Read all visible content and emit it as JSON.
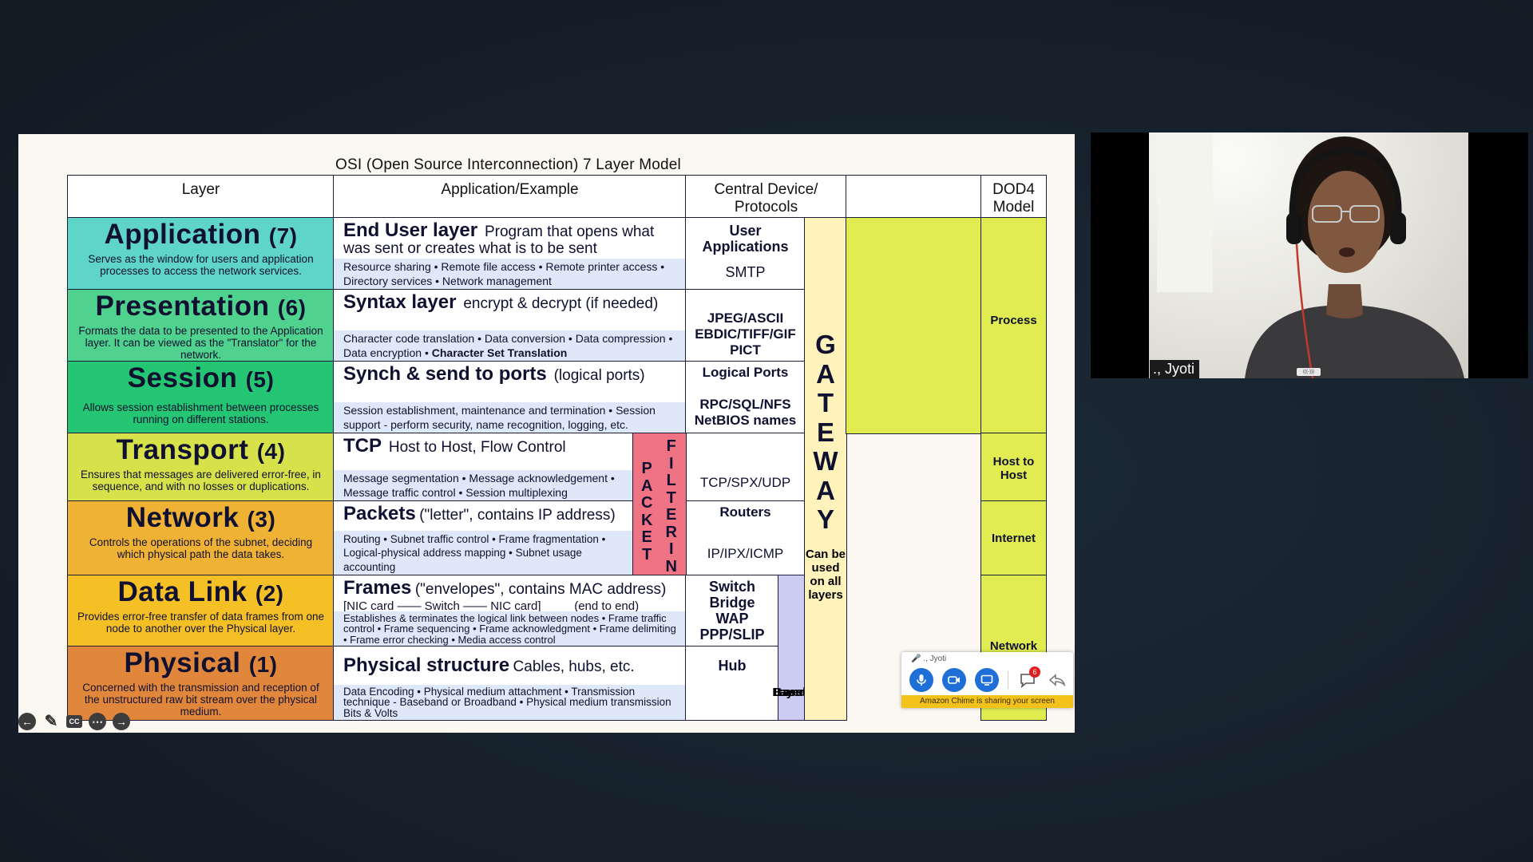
{
  "slide": {
    "title": "OSI (Open Source Interconnection) 7 Layer Model",
    "headers": {
      "layer": "Layer",
      "application": "Application/Example",
      "device_line1": "Central Device/",
      "device_line2": "Protocols",
      "dod_line1": "DOD4",
      "dod_line2": "Model"
    },
    "layers": [
      {
        "name": "Application",
        "number": "(7)",
        "color": "#5fd4c8",
        "desc": "Serves as the window for users and application processes to access the network services.",
        "title": "End User layer",
        "title_sub": "Program that opens what was sent or creates what is to be sent",
        "detail": "Resource sharing • Remote file access • Remote printer access • Directory services • Network management"
      },
      {
        "name": "Presentation",
        "number": "(6)",
        "color": "#50d28f",
        "desc": "Formats the data to be presented to the Application layer. It can be viewed as the \"Translator\" for the network.",
        "title": "Syntax layer",
        "title_sub": "encrypt & decrypt (if needed)",
        "detail_pre": "Character code translation • Data conversion • Data compression • Data encryption • ",
        "detail_bold": "Character Set Translation"
      },
      {
        "name": "Session",
        "number": "(5)",
        "color": "#24c673",
        "desc": "Allows session establishment between processes running on different stations.",
        "title": "Synch & send to ports",
        "title_sub": "(logical ports)",
        "detail": "Session establishment, maintenance and termination • Session support - perform security, name recognition, logging, etc."
      },
      {
        "name": "Transport",
        "number": "(4)",
        "color": "#d7e24a",
        "desc": "Ensures that messages are delivered error-free, in sequence, and with no losses or duplications.",
        "title": "TCP",
        "title_sub": "Host to Host, Flow Control",
        "detail": "Message segmentation • Message acknowledgement • Message traffic control • Session multiplexing"
      },
      {
        "name": "Network",
        "number": "(3)",
        "color": "#f0b234",
        "desc": "Controls the operations of the subnet, deciding which physical path the data takes.",
        "title": "Packets",
        "title_sub": "(\"letter\", contains IP address)",
        "detail": "Routing • Subnet traffic control • Frame fragmentation • Logical-physical address mapping • Subnet usage accounting"
      },
      {
        "name": "Data Link",
        "number": "(2)",
        "color": "#f5c026",
        "desc": "Provides error-free transfer of data frames from one node to another over the Physical layer.",
        "title": "Frames",
        "title_sub": "(\"envelopes\", contains MAC address)",
        "title_line2": "[NIC card —— Switch —— NIC card]          (end to end)",
        "detail": "Establishes & terminates the logical link between nodes • Frame traffic control • Frame sequencing • Frame acknowledgment • Frame delimiting • Frame error checking • Media access control"
      },
      {
        "name": "Physical",
        "number": "(1)",
        "color": "#e1873c",
        "desc": "Concerned with the transmission and reception of the unstructured raw bit stream over the physical medium.",
        "title": "Physical structure",
        "title_sub": "Cables, hubs, etc.",
        "detail": "Data Encoding • Physical medium attachment • Transmission technique - Baseband or Broadband • Physical medium transmission Bits & Volts"
      }
    ],
    "devices": {
      "app_1": "User",
      "app_2": "Applications",
      "app_3": "SMTP",
      "pres_1": "JPEG/ASCII",
      "pres_2": "EBDIC/TIFF/GIF",
      "pres_3": "PICT",
      "sess_1": "Logical Ports",
      "sess_2": "RPC/SQL/NFS",
      "sess_3": "NetBIOS names",
      "trans_1": "TCP/SPX/UDP",
      "net_1": "Routers",
      "net_2": "IP/IPX/ICMP",
      "dl_1": "Switch",
      "dl_2": "Bridge",
      "dl_3": "WAP",
      "dl_4": "PPP/SLIP",
      "phys_1": "Hub"
    },
    "packet_filtering": {
      "packet": "PACKET",
      "filtering": "FILTERING",
      "color": "#f07383"
    },
    "land_based": {
      "line1": "Land",
      "line2": "Based",
      "line3": "Layers"
    },
    "gateway": {
      "word": "GATEWAY",
      "note_1": "Can be",
      "note_2": "used",
      "note_3": "on all",
      "note_4": "layers",
      "color": "#fff2bb"
    },
    "dod": {
      "process": "Process",
      "host_1": "Host to",
      "host_2": "Host",
      "internet": "Internet",
      "network": "Network",
      "color": "#e0ec50"
    }
  },
  "slide_controls": {
    "prev_icon": "arrow-left-icon",
    "pen_icon": "pen-icon",
    "cc_label": "CC",
    "more_icon": "ellipsis-icon",
    "next_icon": "arrow-right-icon"
  },
  "video": {
    "participant_name": "., Jyoti",
    "badge_text": "(((-)))"
  },
  "meeting_bar": {
    "attendee": "., Jyoti",
    "chat_count": "6",
    "share_notice": "Amazon Chime is sharing your screen",
    "accent_color": "#1f6fd8",
    "notice_color": "#f3c21b"
  }
}
